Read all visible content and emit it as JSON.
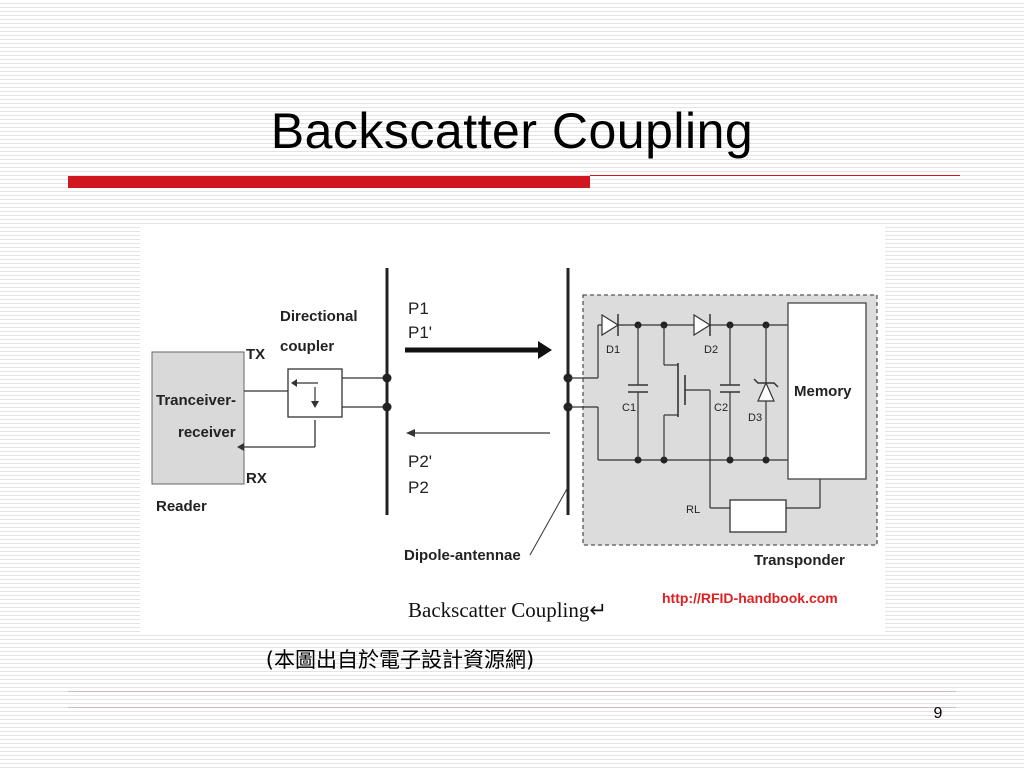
{
  "slide": {
    "title": "Backscatter Coupling",
    "caption": "(本圖出自於電子設計資源網)",
    "page_number": "9",
    "accent_color": "#d0161f"
  },
  "diagram": {
    "directional_coupler_line1": "Directional",
    "directional_coupler_line2": "coupler",
    "tx": "TX",
    "rx": "RX",
    "tranceiver_line1": "Tranceiver-",
    "tranceiver_line2": "receiver",
    "reader": "Reader",
    "p1": "P1",
    "p1_prime": "P1'",
    "p2_prime": "P2'",
    "p2": "P2",
    "dipole": "Dipole-antennae",
    "figure_caption": "Backscatter Coupling↵",
    "url": "http://RFID-handbook.com",
    "memory": "Memory",
    "transponder": "Transponder",
    "d1": "D1",
    "d2": "D2",
    "d3": "D3",
    "c1": "C1",
    "c2": "C2",
    "rl": "RL"
  }
}
